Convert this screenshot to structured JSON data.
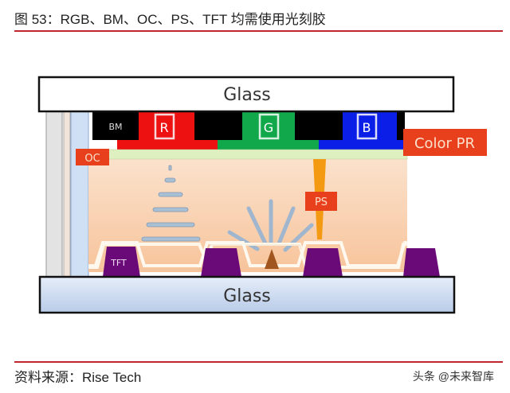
{
  "header": {
    "title": "图 53：RGB、BM、OC、PS、TFT 均需使用光刻胶"
  },
  "diagram": {
    "top_glass_label": "Glass",
    "bottom_glass_label": "Glass",
    "bm_label": "BM",
    "r_label": "R",
    "g_label": "G",
    "b_label": "B",
    "color_pr_label": "Color PR",
    "oc_label": "OC",
    "ps_label": "PS",
    "tft_label": "TFT",
    "colors": {
      "red": "#ee1111",
      "green": "#10a84a",
      "blue": "#0a1ee8",
      "bm": "#000000",
      "label_red": "#e8401c",
      "oc_layer": "#dff0c0",
      "lc_fill": "#f9c9a2",
      "tft": "#6a0a78",
      "ps": "#f39a12",
      "bottom_glass": "#c8d8ef",
      "pyramid": "#a0561e"
    }
  },
  "footer": {
    "source": "资料来源：Rise Tech",
    "watermark": "头条 @未来智库"
  }
}
